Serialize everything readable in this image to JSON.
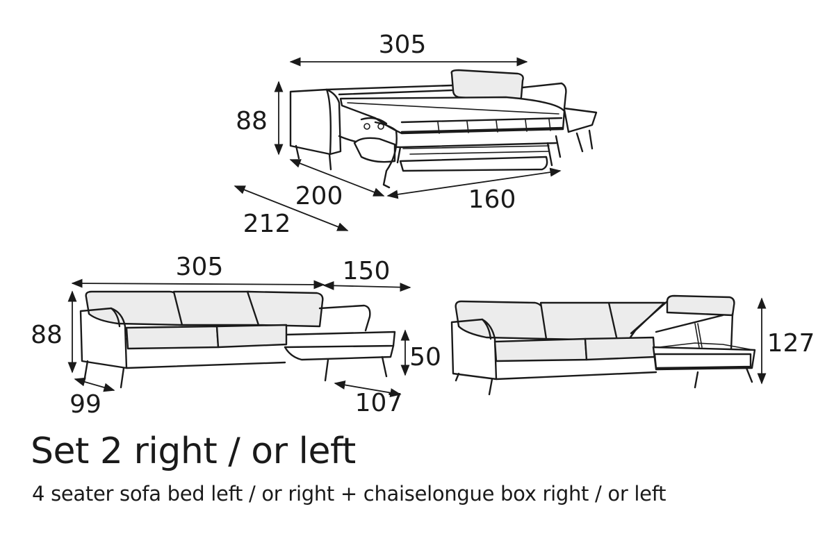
{
  "product": {
    "title": "Set 2 right / or left",
    "subtitle": "4 seater sofa bed left / or right + chaiselongue box right / or left"
  },
  "sofa_bed_view": {
    "dim_width": "305",
    "dim_height": "88",
    "dim_depth": "200",
    "dim_open_depth": "212",
    "dim_bed_width": "160"
  },
  "corner_sofa_view": {
    "dim_sofa_width": "305",
    "dim_chaise_width": "150",
    "dim_height": "88",
    "dim_seat_height": "50",
    "dim_depth": "99",
    "dim_chaise_depth": "107"
  },
  "storage_view": {
    "dim_open_lid_height": "127"
  }
}
